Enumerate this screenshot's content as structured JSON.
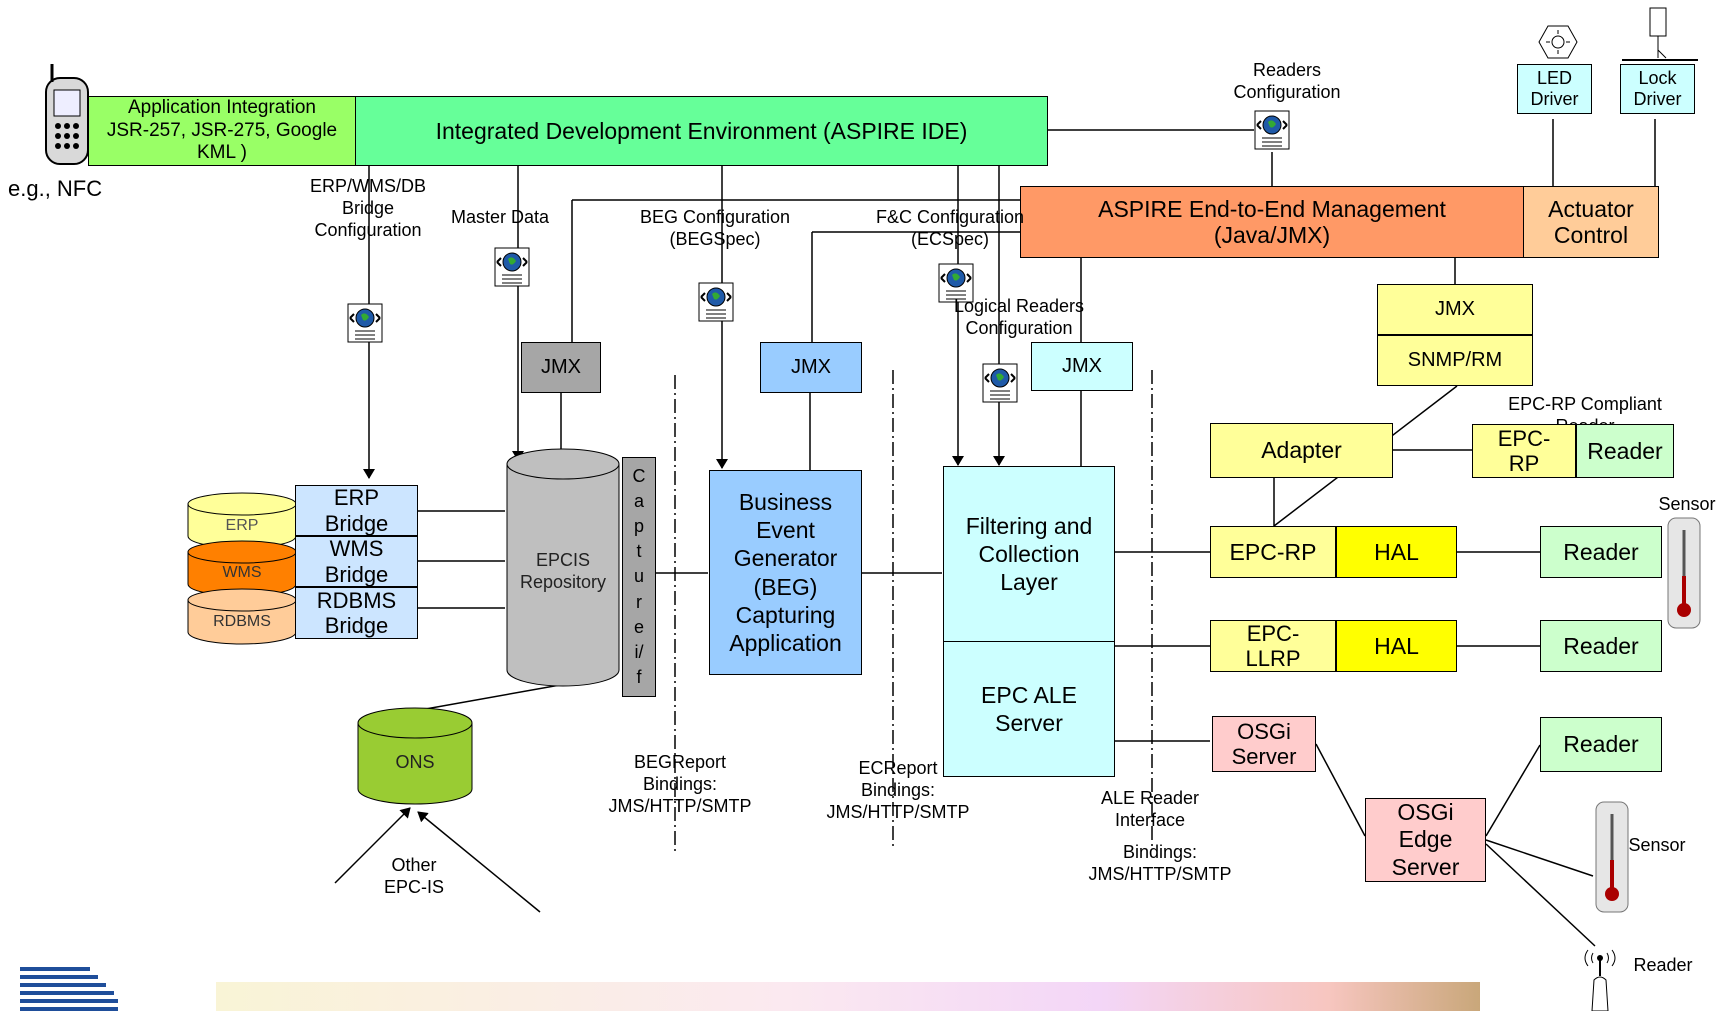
{
  "phone_caption": "e.g., NFC",
  "top": {
    "app_integration": "Application Integration\nJSR-257, JSR-275, Google\nKML )",
    "ide": "Integrated Development Environment (ASPIRE IDE)",
    "readers_config": "Readers\nConfiguration",
    "led_driver": "LED\nDriver",
    "lock_driver": "Lock\nDriver"
  },
  "management": {
    "e2e": "ASPIRE End-to-End Management\n(Java/JMX)",
    "actuator": "Actuator\nControl",
    "jmx": "JMX",
    "snmp": "SNMP/RM"
  },
  "config_labels": {
    "erp_bridge_config": "ERP/WMS/DB\nBridge\nConfiguration",
    "master_data": "Master Data",
    "beg_config": "BEG Configuration\n(BEGSpec)",
    "fc_config": "F&C Configuration\n(ECSpec)",
    "logical_readers": "Logical Readers\nConfiguration"
  },
  "middle": {
    "jmx_epcis": "JMX",
    "jmx_beg": "JMX",
    "jmx_fc": "JMX",
    "erp_bridge": "ERP\nBridge",
    "wms_bridge": "WMS\nBridge",
    "rdbms_bridge": "RDBMS\nBridge",
    "erp_db": "ERP",
    "wms_db": "WMS",
    "rdbms_db": "RDBMS",
    "epcis": "EPCIS\nRepository",
    "capture_if": [
      "C",
      "a",
      "p",
      "t",
      "u",
      "r",
      "e",
      "i/",
      "f"
    ],
    "beg": "Business\nEvent\nGenerator\n(BEG)\nCapturing\nApplication",
    "fc_layer": "Filtering and\nCollection\nLayer",
    "ale_server": "EPC ALE\nServer",
    "ons": "ONS",
    "other_epcis": "Other\nEPC-IS"
  },
  "bindings": {
    "beg_report": "BEGReport\nBindings:\nJMS/HTTP/SMTP",
    "ec_report": "ECReport\nBindings:\nJMS/HTTP/SMTP",
    "ale_reader_interface": "ALE Reader\nInterface",
    "ale_bindings": "Bindings:\nJMS/HTTP/SMTP"
  },
  "readers": {
    "epc_rp_compliant": "EPC-RP Compliant\nReader",
    "adapter": "Adapter",
    "epc_rp_small": "EPC-\nRP",
    "reader_1": "Reader",
    "epc_rp": "EPC-RP",
    "hal_1": "HAL",
    "reader_2": "Reader",
    "sensor_1": "Sensor",
    "epc_llrp": "EPC-\nLLRP",
    "hal_2": "HAL",
    "reader_3": "Reader",
    "osgi_server": "OSGi\nServer",
    "osgi_edge": "OSGi\nEdge\nServer",
    "reader_4": "Reader",
    "sensor_2": "Sensor",
    "reader_antenna": "Reader"
  },
  "colors": {
    "ide_green": "#66ff99",
    "app_green": "#99ff66",
    "management_orange": "#ff9966",
    "actuator_peach": "#ffcc99",
    "yellow_light": "#ffff99",
    "yellow": "#ffff00",
    "green_light": "#ccffcc",
    "cyan_light": "#ccffff",
    "blue_beg": "#99ccff",
    "pink": "#ffcccc",
    "grey": "#a6a6a6",
    "ons_green": "#99cc33",
    "wms_orange": "#ff8000",
    "rdbms_peach": "#ffcc99"
  }
}
